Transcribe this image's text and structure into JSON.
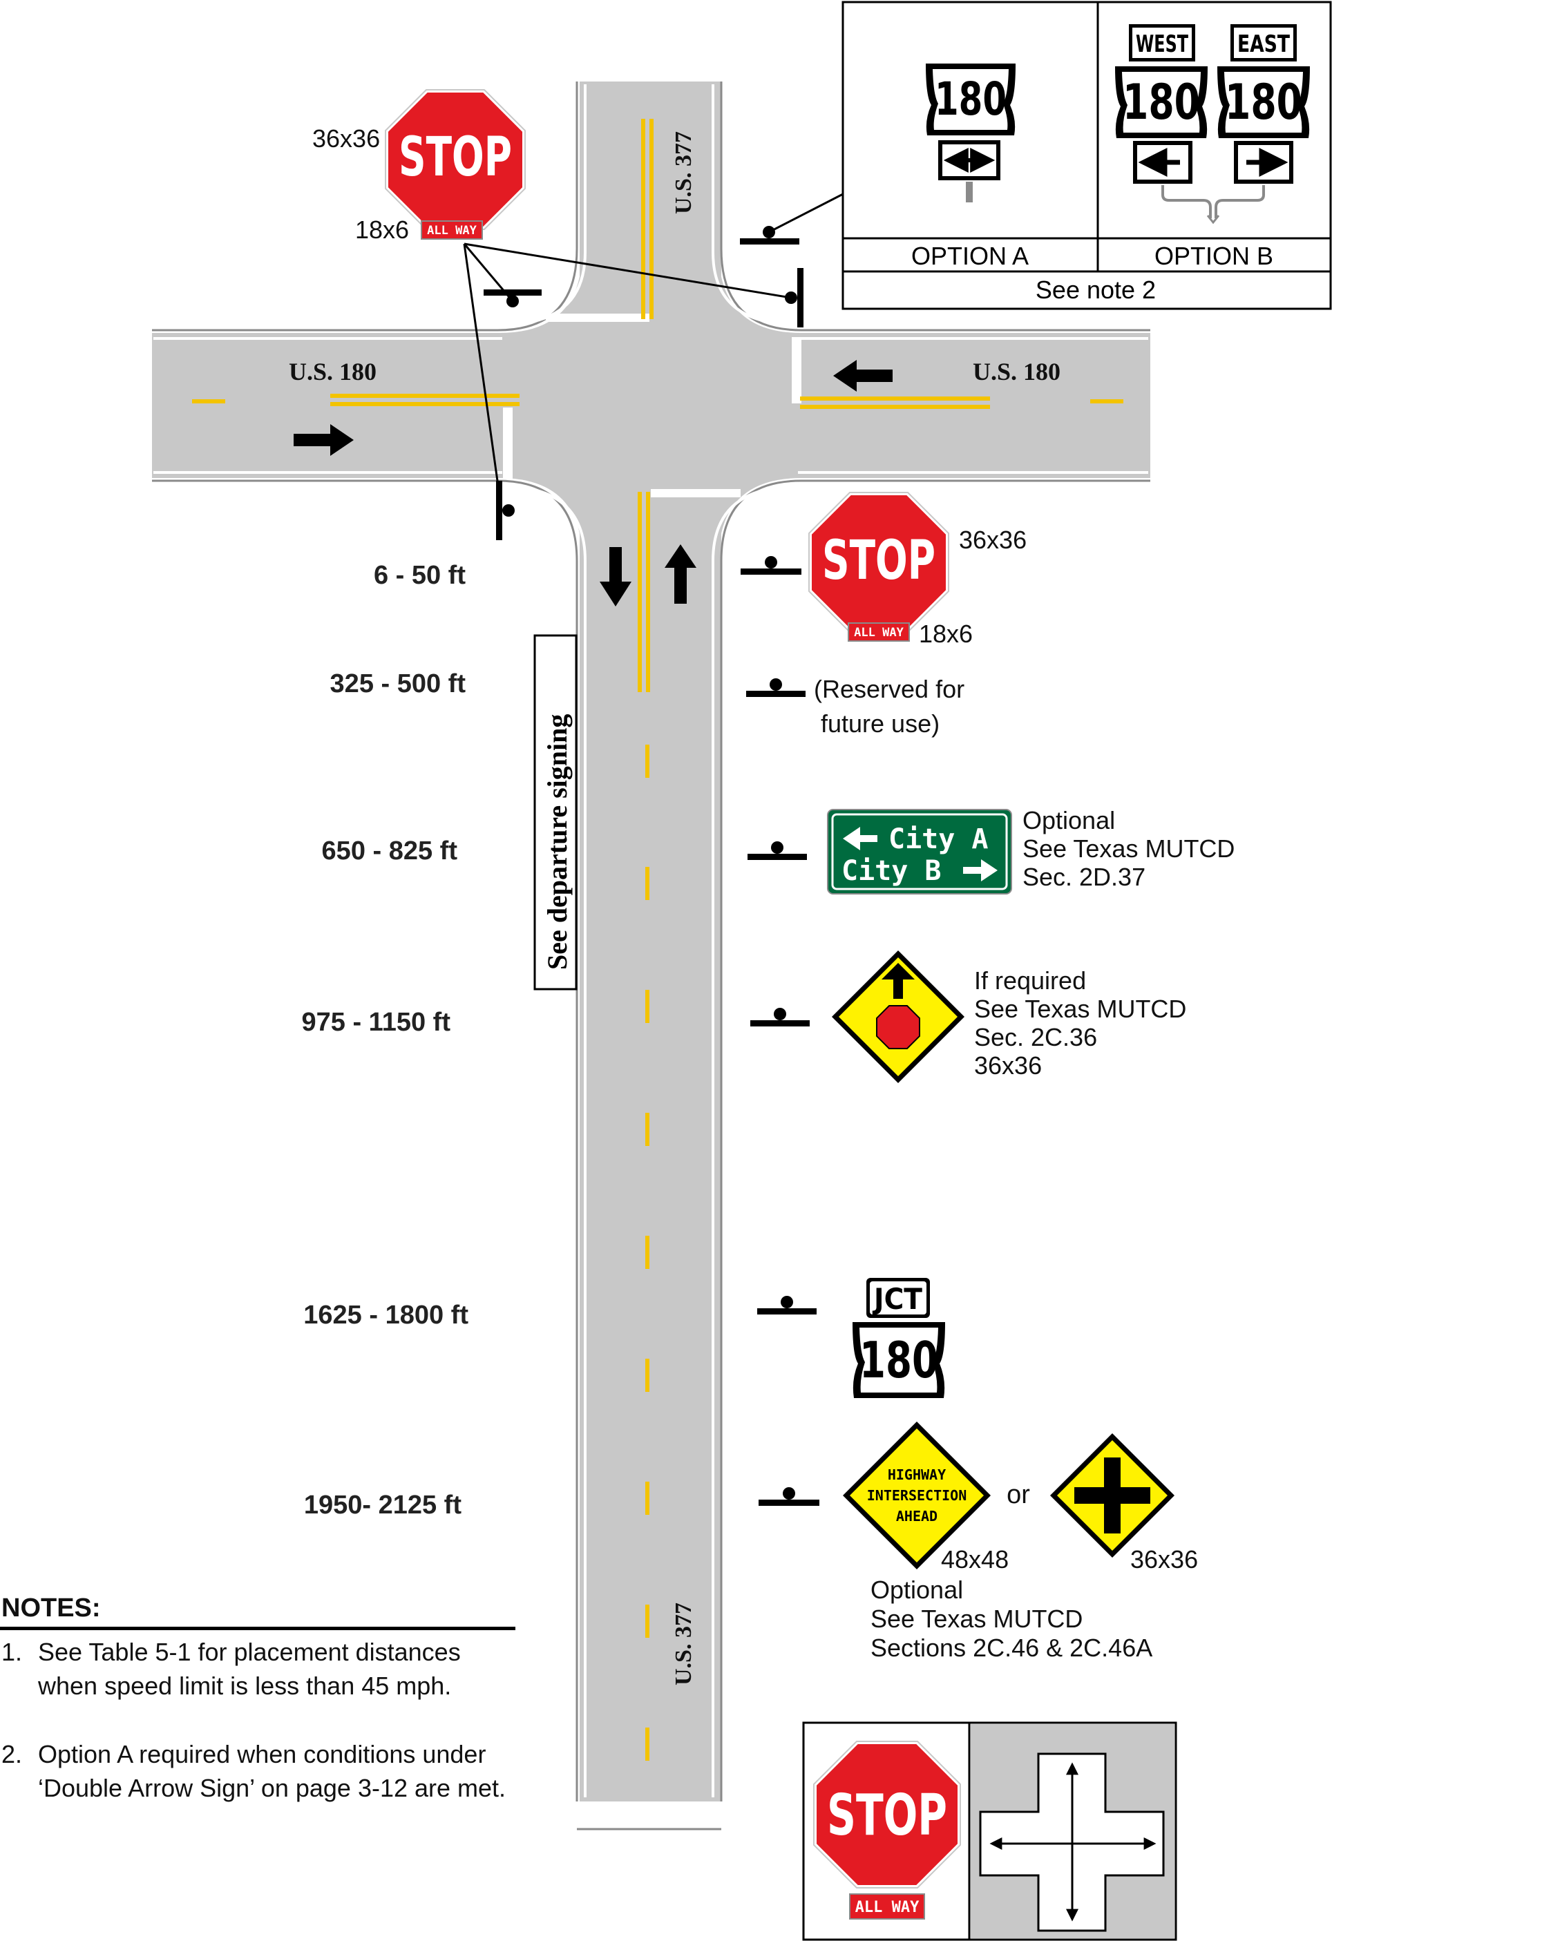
{
  "roads": {
    "north_label": "U.S. 377",
    "south_label": "U.S. 377",
    "west_label": "U.S. 180",
    "east_label": "U.S. 180"
  },
  "departure_signing": "See departure signing",
  "top_stop": {
    "sign_text": "STOP",
    "size": "36x36",
    "plaque_text": "ALL WAY",
    "plaque_size": "18x6"
  },
  "options_box": {
    "option_a": {
      "route": "180",
      "label": "OPTION A"
    },
    "option_b": {
      "west": "WEST",
      "east": "EAST",
      "route": "180",
      "label": "OPTION B"
    },
    "note": "See note 2"
  },
  "approach": {
    "row1": {
      "distance": "6 - 50 ft",
      "sign_text": "STOP",
      "size": "36x36",
      "plaque_text": "ALL WAY",
      "plaque_size": "18x6"
    },
    "row2": {
      "distance": "325 - 500 ft",
      "note_line1": "(Reserved for",
      "note_line2": "future use)"
    },
    "row3": {
      "distance": "650 - 825 ft",
      "city_a": "City A",
      "city_b": "City B",
      "note_line1": "Optional",
      "note_line2": "See Texas MUTCD",
      "note_line3": "Sec. 2D.37"
    },
    "row4": {
      "distance": "975 - 1150 ft",
      "note_line1": "If required",
      "note_line2": "See Texas MUTCD",
      "note_line3": "Sec. 2C.36",
      "note_line4": "36x36"
    },
    "row5": {
      "distance": "1625 - 1800 ft",
      "jct": "JCT",
      "route": "180"
    },
    "row6": {
      "distance": "1950-  2125 ft",
      "warn_line1": "HIGHWAY",
      "warn_line2": "INTERSECTION",
      "warn_line3": "AHEAD",
      "or": "or",
      "size_a": "48x48",
      "size_b": "36x36",
      "note_line1": "Optional",
      "note_line2": "See Texas MUTCD",
      "note_line3": "Sections 2C.46 & 2C.46A"
    }
  },
  "notes": {
    "title": "NOTES:",
    "items": [
      {
        "num": "1.",
        "line1": "See Table 5-1 for placement distances",
        "line2": "when speed limit is less than 45 mph."
      },
      {
        "num": "2.",
        "line1": "Option A required when conditions under",
        "line2": "‘Double Arrow Sign’ on page 3-12 are met."
      }
    ]
  },
  "legend": {
    "sign_text": "STOP",
    "plaque_text": "ALL WAY"
  },
  "colors": {
    "road": "#c8c8c8",
    "yellow": "#f3c300",
    "stop_red": "#e31b23",
    "guide_green": "#006b3f",
    "warning_yellow": "#fff200"
  }
}
